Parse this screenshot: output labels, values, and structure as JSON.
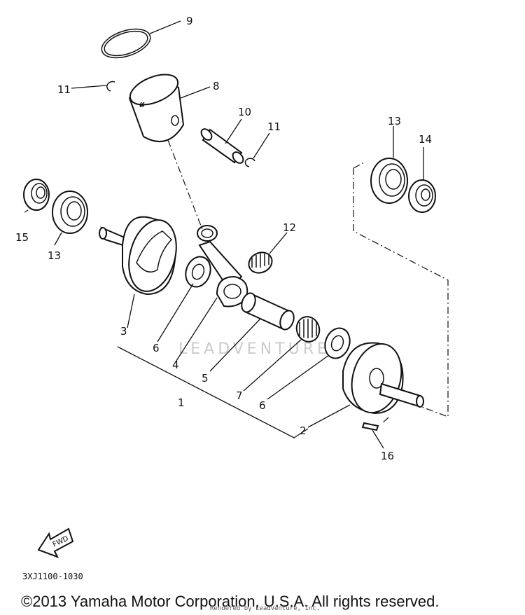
{
  "labels": {
    "p1": "1",
    "p2": "2",
    "p3": "3",
    "p4": "4",
    "p5": "5",
    "p6a": "6",
    "p6b": "6",
    "p7": "7",
    "p8": "8",
    "p9": "9",
    "p10": "10",
    "p11a": "11",
    "p11b": "11",
    "p12": "12",
    "p13a": "13",
    "p13b": "13",
    "p14": "14",
    "p15": "15",
    "p16": "16"
  },
  "fwd": "FWD",
  "diagram_code": "3XJ1100-1030",
  "watermark": "LEADVENTURE",
  "copyright": "©2013 Yamaha Motor Corporation, U.S.A. All rights reserved.",
  "rendered_by": "Rendered by LeadVenture, Inc."
}
